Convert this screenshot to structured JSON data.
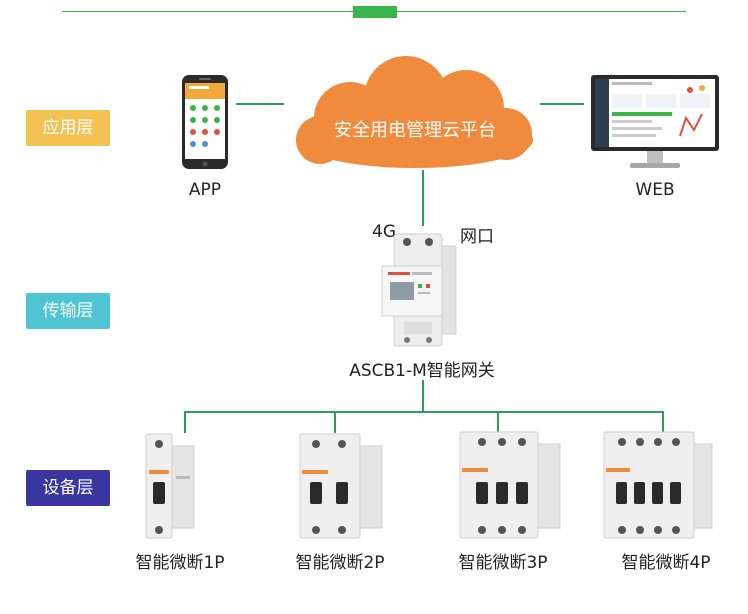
{
  "colors": {
    "accent_green": "#3ab54a",
    "line_green": "#2f9b5c",
    "application_layer": "#f4c253",
    "transport_layer": "#4fc4d3",
    "device_layer": "#3a36a0",
    "cloud": "#f08a3d"
  },
  "layers": {
    "application": "应用层",
    "transport": "传输层",
    "device": "设备层"
  },
  "cloud": {
    "label": "安全用电管理云平台"
  },
  "app": {
    "label": "APP"
  },
  "web": {
    "label": "WEB"
  },
  "gateway": {
    "label": "ASCB1-M智能网关",
    "port_4g": "4G",
    "port_lan": "网口"
  },
  "breakers": [
    {
      "label": "智能微断1P",
      "poles": 1
    },
    {
      "label": "智能微断2P",
      "poles": 2
    },
    {
      "label": "智能微断3P",
      "poles": 3
    },
    {
      "label": "智能微断4P",
      "poles": 4
    }
  ]
}
